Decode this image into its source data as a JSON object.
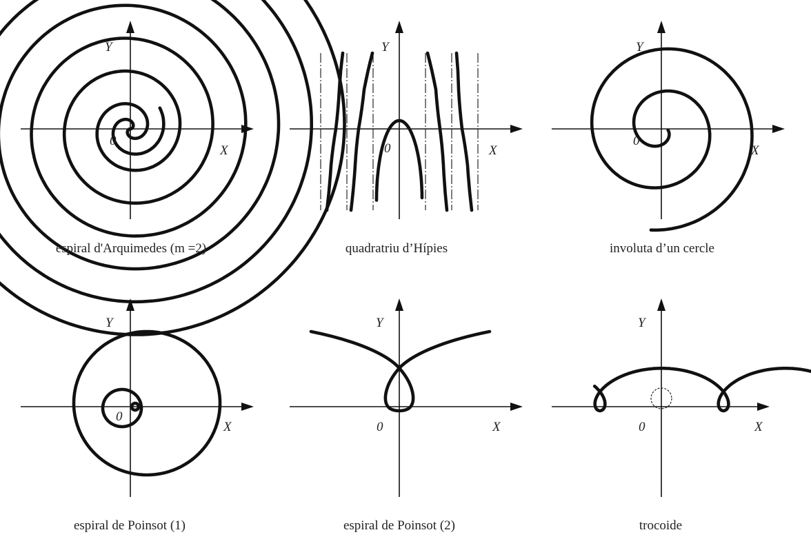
{
  "panels": [
    {
      "id": "arquimedes",
      "caption": "espiral d'Arquimedes (m =2)",
      "x_label": "X",
      "y_label": "Y",
      "origin_label": "0"
    },
    {
      "id": "quadratriu",
      "caption": "quadratriu d’Hípies",
      "x_label": "X",
      "y_label": "Y",
      "origin_label": "0"
    },
    {
      "id": "involuta",
      "caption": "involuta d’un cercle",
      "x_label": "X",
      "y_label": "Y",
      "origin_label": "0"
    },
    {
      "id": "poinsot1",
      "caption": "espiral de Poinsot (1)",
      "x_label": "X",
      "y_label": "Y",
      "origin_label": "0"
    },
    {
      "id": "poinsot2",
      "caption": "espiral de Poinsot (2)",
      "x_label": "X",
      "y_label": "Y",
      "origin_label": "0"
    },
    {
      "id": "trocoide",
      "caption": "trocoide",
      "x_label": "X",
      "y_label": "Y",
      "origin_label": "0"
    }
  ]
}
